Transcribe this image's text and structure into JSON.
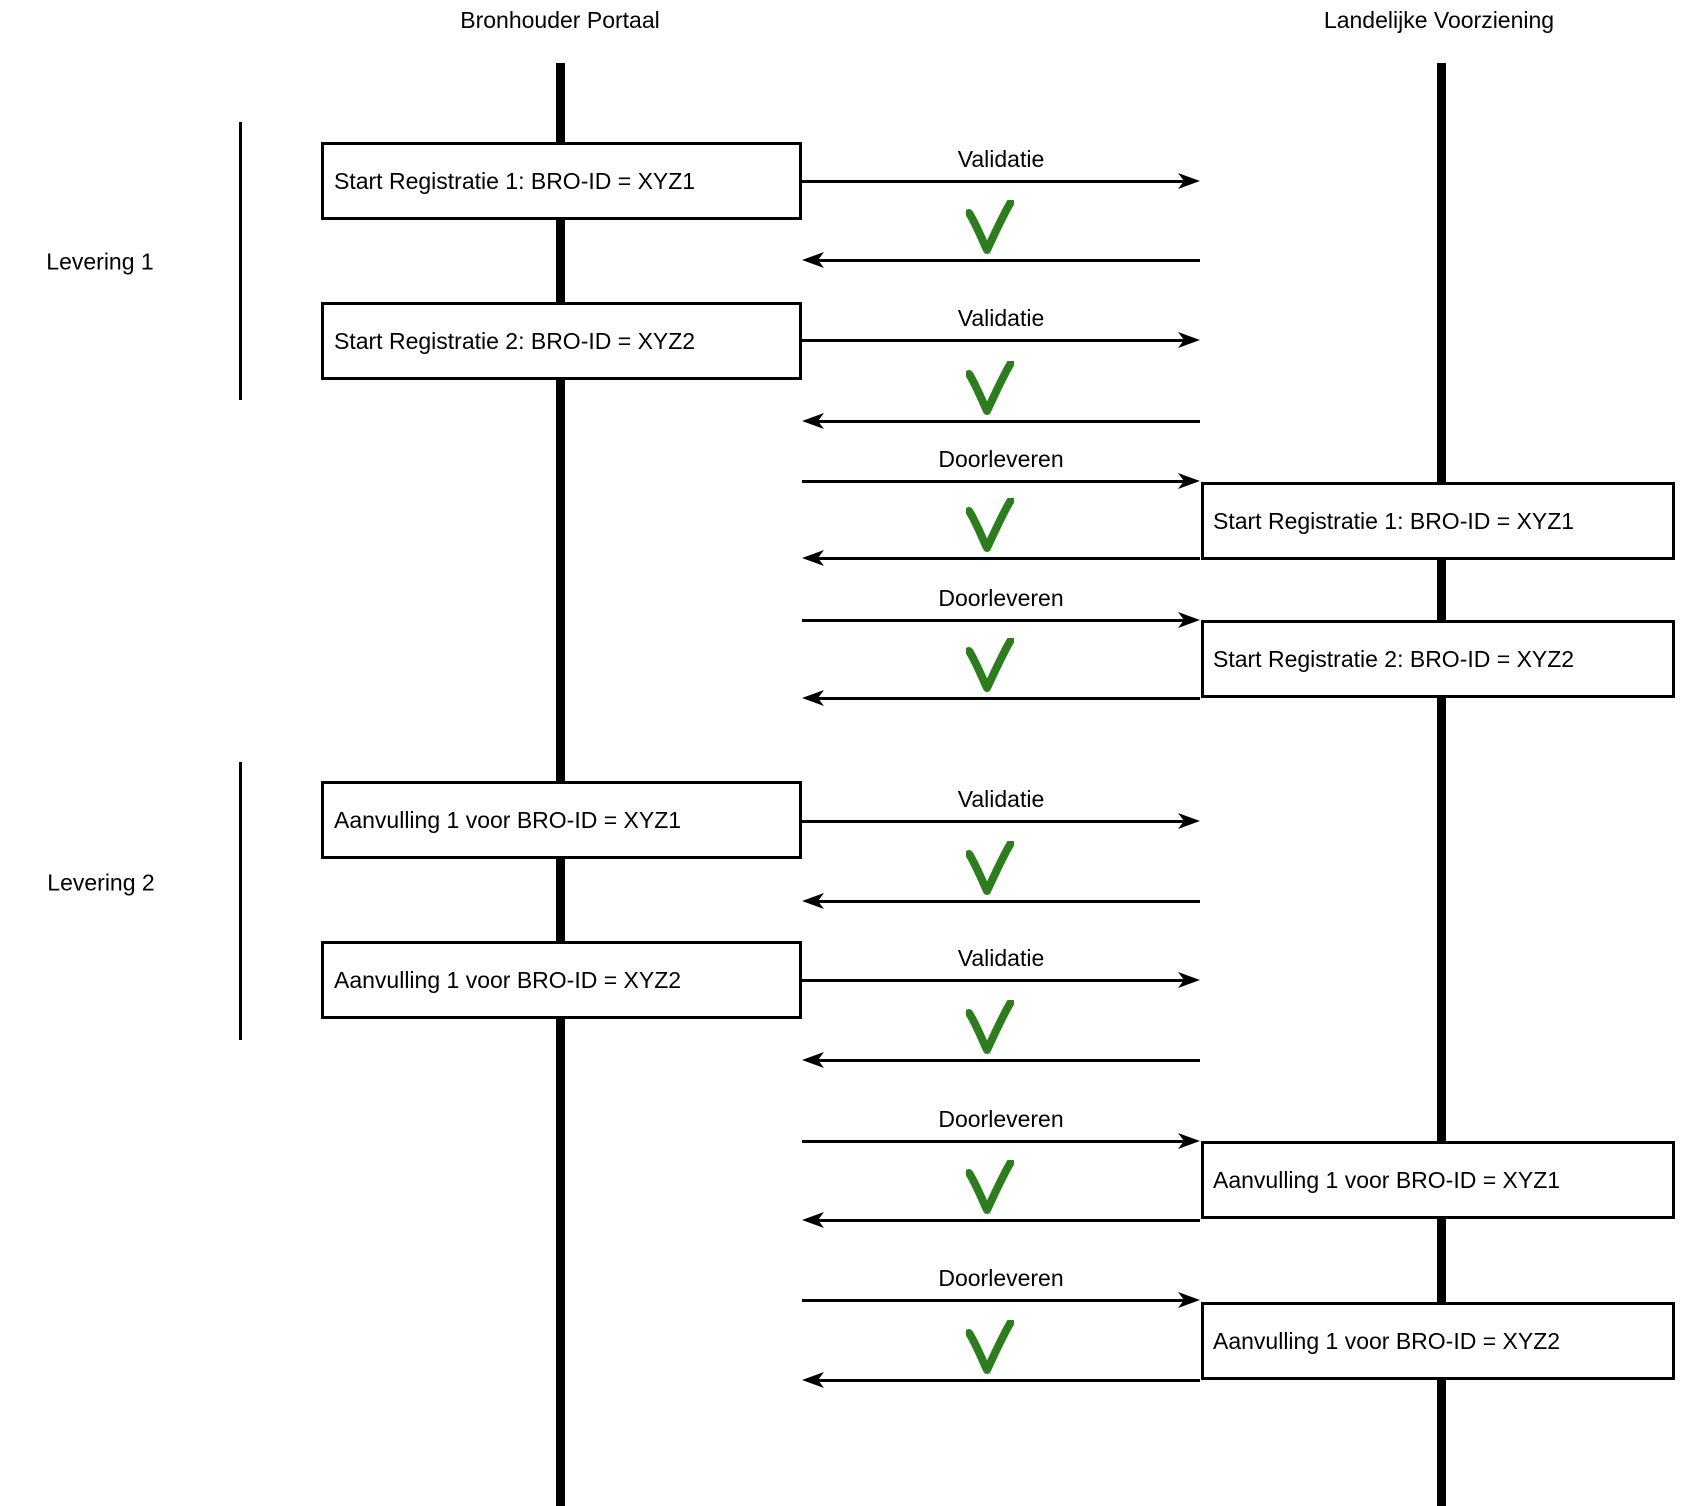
{
  "diagram": {
    "participants": [
      {
        "id": "bronhouder-portaal",
        "name": "Bronhouder Portaal"
      },
      {
        "id": "landelijke-voorziening",
        "name": "Landelijke Voorziening"
      }
    ],
    "groups": [
      {
        "label": "Levering 1"
      },
      {
        "label": "Levering 2"
      }
    ],
    "left_boxes": [
      {
        "label": "Start Registratie 1: BRO-ID = XYZ1"
      },
      {
        "label": "Start Registratie 2: BRO-ID = XYZ2"
      },
      {
        "label": "Aanvulling 1 voor BRO-ID = XYZ1"
      },
      {
        "label": "Aanvulling 1 voor BRO-ID = XYZ2"
      }
    ],
    "right_boxes": [
      {
        "label": "Start Registratie 1: BRO-ID = XYZ1"
      },
      {
        "label": "Start Registratie 2: BRO-ID = XYZ2"
      },
      {
        "label": "Aanvulling 1 voor BRO-ID = XYZ1"
      },
      {
        "label": "Aanvulling 1 voor BRO-ID = XYZ2"
      }
    ],
    "exchanges": [
      {
        "label": "Validatie",
        "direction": "right",
        "result": "success"
      },
      {
        "label": "Validatie",
        "direction": "right",
        "result": "success"
      },
      {
        "label": "Doorleveren",
        "direction": "right",
        "result": "success"
      },
      {
        "label": "Doorleveren",
        "direction": "right",
        "result": "success"
      },
      {
        "label": "Validatie",
        "direction": "right",
        "result": "success"
      },
      {
        "label": "Validatie",
        "direction": "right",
        "result": "success"
      },
      {
        "label": "Doorleveren",
        "direction": "right",
        "result": "success"
      },
      {
        "label": "Doorleveren",
        "direction": "right",
        "result": "success"
      }
    ],
    "colors": {
      "line": "#000000",
      "check": "#2d7d1e",
      "background": "#ffffff"
    }
  }
}
